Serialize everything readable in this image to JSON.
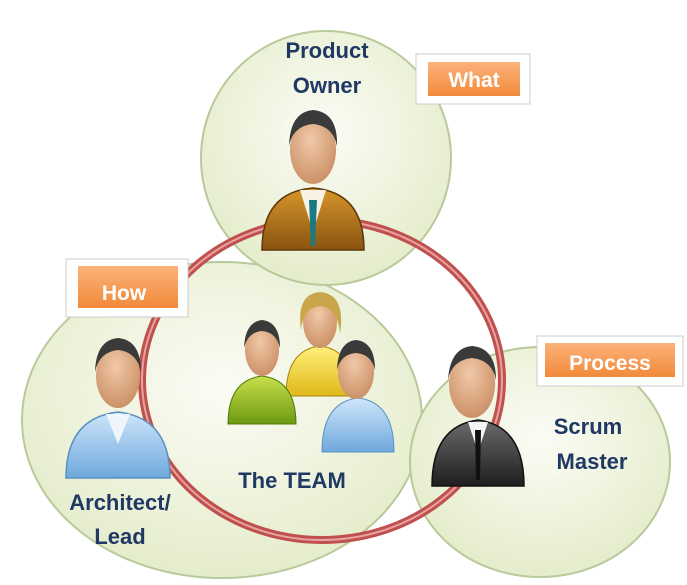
{
  "roles": {
    "product_owner": [
      "Product",
      "Owner"
    ],
    "team": "The TEAM",
    "architect": [
      "Architect/",
      "Lead"
    ],
    "scrum_master": [
      "Scrum",
      "Master"
    ]
  },
  "tags": {
    "what": "What",
    "how": "How",
    "process": "Process"
  },
  "colors": {
    "circle_fill": "#eef3dc",
    "circle_stroke": "#b8c99a",
    "ring": "#c0504d",
    "tag_fill": "#f79646",
    "label_text": "#1f3864"
  }
}
